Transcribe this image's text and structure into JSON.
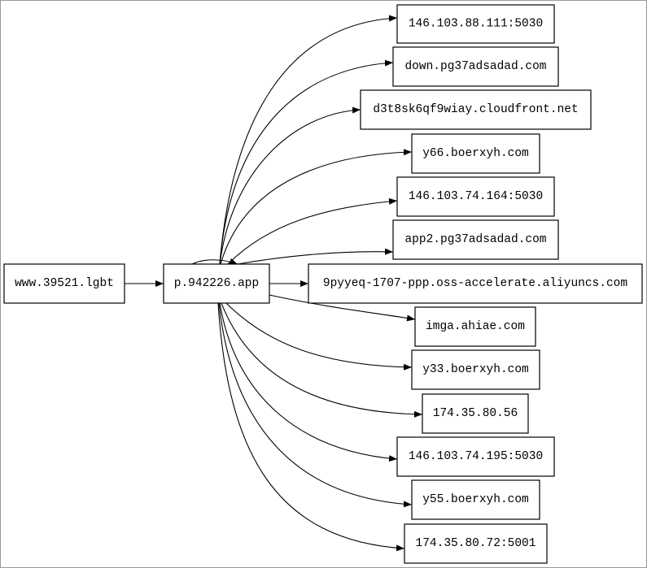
{
  "graph": {
    "root": "www.39521.lgbt",
    "hub": "p.942226.app",
    "targets": [
      "146.103.88.111:5030",
      "down.pg37adsadad.com",
      "d3t8sk6qf9wiay.cloudfront.net",
      "y66.boerxyh.com",
      "146.103.74.164:5030",
      "app2.pg37adsadad.com",
      "9pyyeq-1707-ppp.oss-accelerate.aliyuncs.com",
      "imga.ahiae.com",
      "y33.boerxyh.com",
      "174.35.80.56",
      "146.103.74.195:5030",
      "y55.boerxyh.com",
      "174.35.80.72:5001"
    ],
    "colors": {
      "stroke": "#000000",
      "fill": "#ffffff",
      "background": "#ffffff"
    }
  }
}
